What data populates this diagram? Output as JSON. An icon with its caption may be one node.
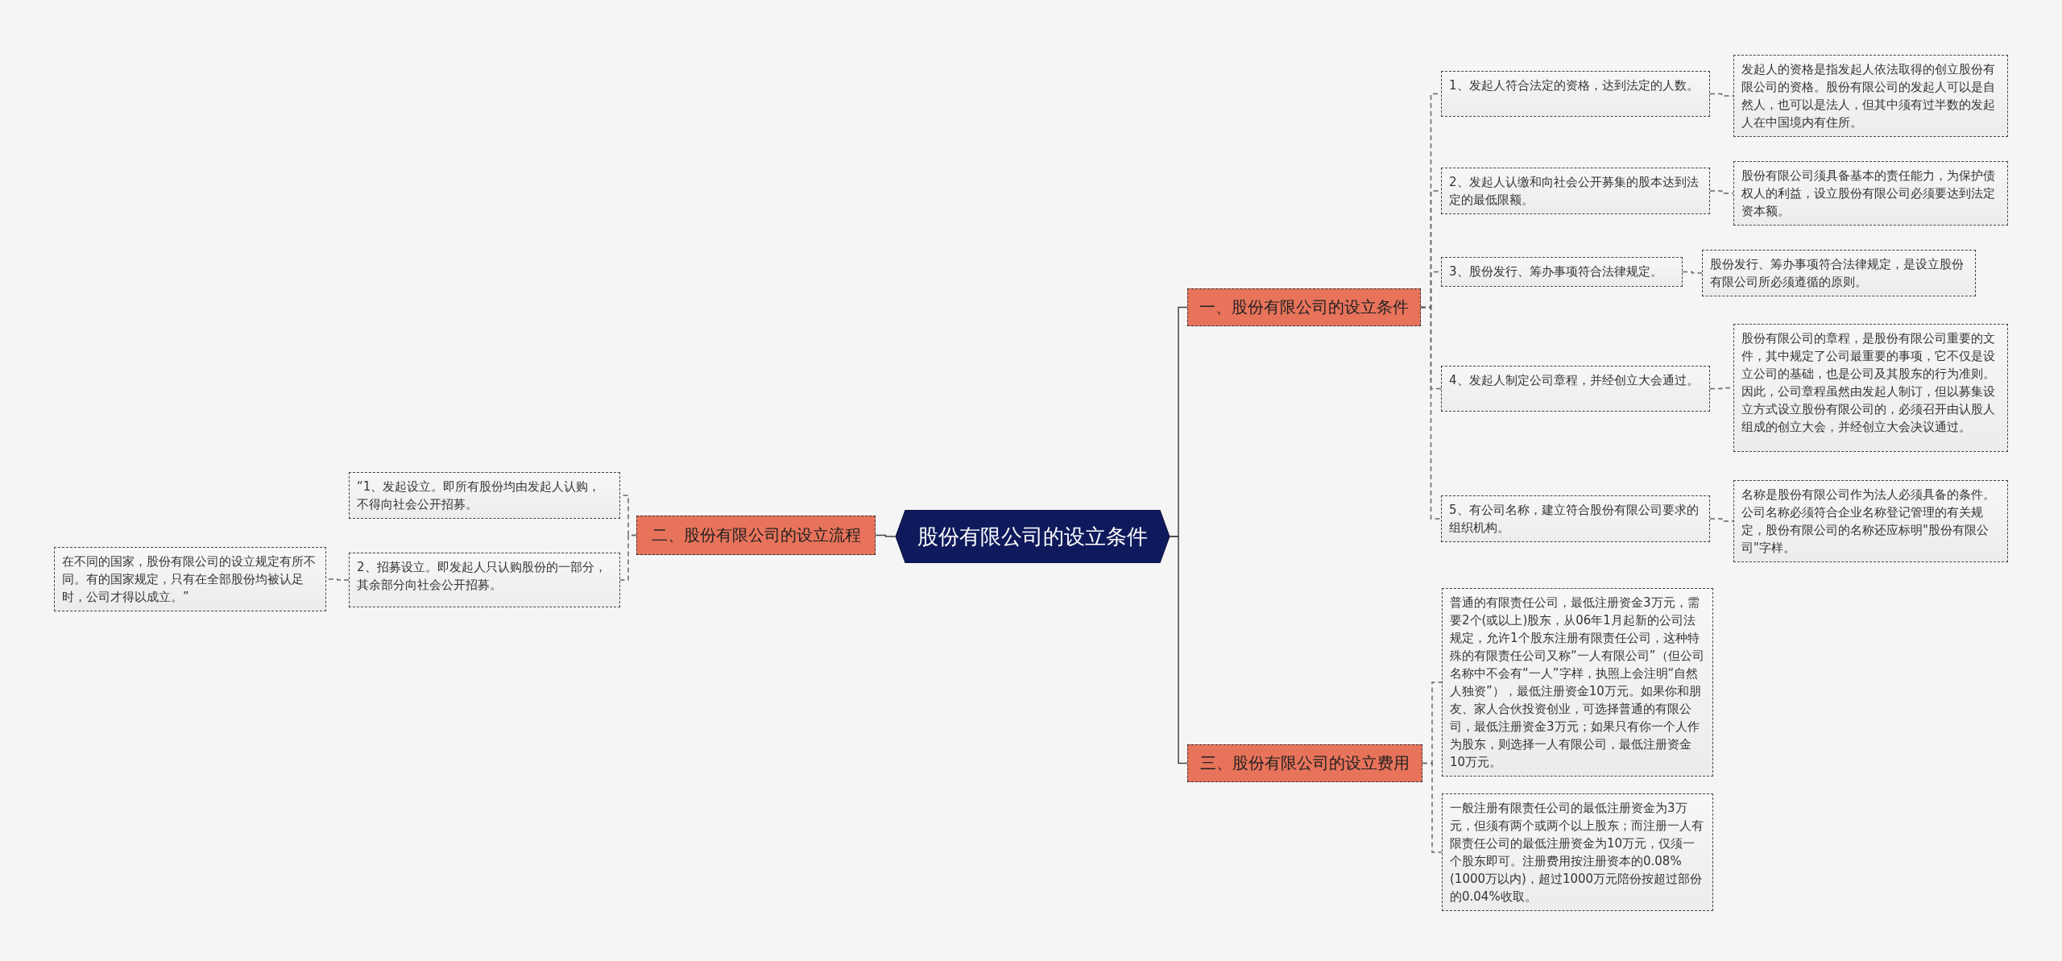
{
  "diagram": {
    "nodes": [
      {
        "text": [
          "股份有限公司的设立条件"
        ]
      },
      {
        "text": [
          "一、股份有限公司的设立条件"
        ]
      },
      {
        "text": [
          "1、发起人符合法定的资格，达到法定的人数。"
        ]
      },
      {
        "text": [
          "发起人的资格是指发起人依法取得的创立股份有限公司的资格。股份有限公司的发起人可以是自然人，也可以是法人，但其中须有过半数的发起人在中国境内有住所。"
        ]
      },
      {
        "text": [
          "2、发起人认缴和向社会公开募集的股本达到法定的最低限额。"
        ]
      },
      {
        "text": [
          "股份有限公司须具备基本的责任能力，为保护债权人的利益，设立股份有限公司必须要达到法定资本额。"
        ]
      },
      {
        "text": [
          "3、股份发行、筹办事项符合法律规定。"
        ]
      },
      {
        "text": [
          "股份发行、筹办事项符合法律规定，是设立股份有限公司所必须遵循的原则。"
        ]
      },
      {
        "text": [
          "4、发起人制定公司章程，并经创立大会通过。"
        ]
      },
      {
        "text": [
          "股份有限公司的章程，是股份有限公司重要的文件，其中规定了公司最重要的事项，它不仅是设立公司的基础，也是公司及其股东的行为准则。因此，公司章程虽然由发起人制订，但以募集设立方式设立股份有限公司的，必须召开由认股人组成的创立大会，并经创立大会决议通过。"
        ]
      },
      {
        "text": [
          "5、有公司名称，建立符合股份有限公司要求的组织机构。"
        ]
      },
      {
        "text": [
          "名称是股份有限公司作为法人必须具备的条件。公司名称必须符合企业名称登记管理的有关规定，股份有限公司的名称还应标明\"股份有限公司\"字样。"
        ]
      },
      {
        "text": [
          "二、股份有限公司的设立流程"
        ]
      },
      {
        "text": [
          "“1、发起设立。即所有股份均由发起人认购，不得向社会公开招募。"
        ]
      },
      {
        "text": [
          "2、招募设立。即发起人只认购股份的一部分，其余部分向社会公开招募。"
        ]
      },
      {
        "text": [
          "在不同的国家，股份有限公司的设立规定有所不同。有的国家规定，只有在全部股份均被认足时，公司才得以成立。”"
        ]
      },
      {
        "text": [
          "三、股份有限公司的设立费用"
        ]
      },
      {
        "text": [
          "普通的有限责任公司，最低注册资金3万元，需要2个(或以上)股东，从06年1月起新的公司法规定，允许1个股东注册有限责任公司，这种特殊的有限责任公司又称“一人有限公司”（但公司名称中不会有“一人”字样，执照上会注明“自然人独资”），最低注册资金10万元。如果你和朋友、家人合伙投资创业，可选择普通的有限公司，最低注册资金3万元；如果只有你一个人作为股东，则选择一人有限公司，最低注册资金10万元。"
        ]
      },
      {
        "text": [
          "一般注册有限责任公司的最低注册资金为3万元，但须有两个或两个以上股东；而注册一人有限责任公司的最低注册资金为10万元，仅须一个股东即可。注册费用按注册资本的0.08%(1000万以内)，超过1000万元陪份按超过部份的0.04%收取。"
        ]
      }
    ],
    "edges": [
      {
        "from": 0,
        "to": 1,
        "arrow": "none"
      },
      {
        "from": 0,
        "to": 12,
        "arrow": "none"
      },
      {
        "from": 0,
        "to": 16,
        "arrow": "none"
      },
      {
        "from": 1,
        "to": 2,
        "arrow": "none",
        "style": "dashed"
      },
      {
        "from": 1,
        "to": 4,
        "arrow": "none",
        "style": "dashed"
      },
      {
        "from": 1,
        "to": 6,
        "arrow": "none",
        "style": "dashed"
      },
      {
        "from": 1,
        "to": 8,
        "arrow": "none",
        "style": "dashed"
      },
      {
        "from": 1,
        "to": 10,
        "arrow": "none",
        "style": "dashed"
      },
      {
        "from": 2,
        "to": 3,
        "arrow": "none",
        "style": "dashed"
      },
      {
        "from": 4,
        "to": 5,
        "arrow": "none",
        "style": "dashed"
      },
      {
        "from": 6,
        "to": 7,
        "arrow": "none",
        "style": "dashed"
      },
      {
        "from": 8,
        "to": 9,
        "arrow": "none",
        "style": "dashed"
      },
      {
        "from": 10,
        "to": 11,
        "arrow": "none",
        "style": "dashed"
      },
      {
        "from": 12,
        "to": 13,
        "arrow": "none",
        "style": "dashed"
      },
      {
        "from": 12,
        "to": 14,
        "arrow": "none",
        "style": "dashed"
      },
      {
        "from": 14,
        "to": 15,
        "arrow": "none",
        "style": "dashed"
      },
      {
        "from": 16,
        "to": 17,
        "arrow": "none",
        "style": "dashed"
      },
      {
        "from": 16,
        "to": 18,
        "arrow": "none",
        "style": "dashed"
      }
    ]
  }
}
